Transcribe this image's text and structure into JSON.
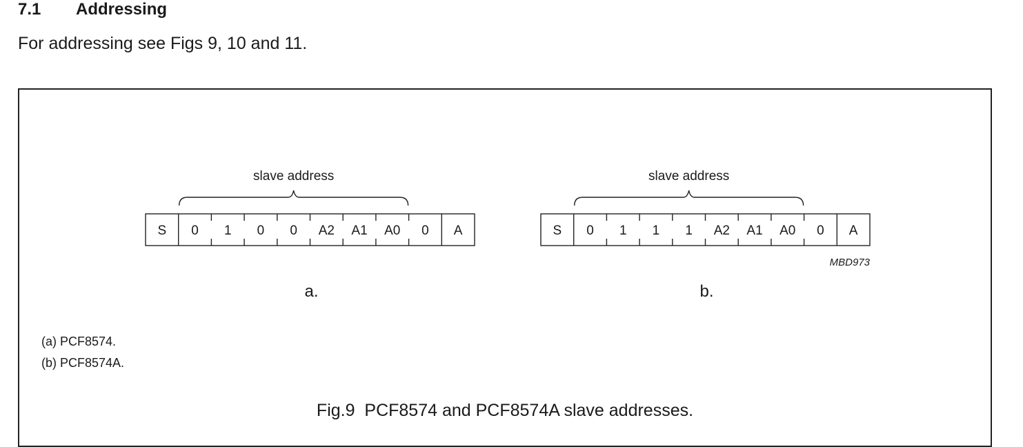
{
  "section": {
    "number": "7.1",
    "title": "Addressing"
  },
  "intro_text": "For addressing see Figs 9, 10 and 11.",
  "figure": {
    "diagrams": [
      {
        "label": "a.",
        "brace_label": "slave address",
        "cells": [
          "S",
          "0",
          "1",
          "0",
          "0",
          "A2",
          "A1",
          "A0",
          "0",
          "A"
        ]
      },
      {
        "label": "b.",
        "brace_label": "slave address",
        "cells": [
          "S",
          "0",
          "1",
          "1",
          "1",
          "A2",
          "A1",
          "A0",
          "0",
          "A"
        ]
      }
    ],
    "drawing_code": "MBD973",
    "notes": [
      "(a) PCF8574.",
      "(b) PCF8574A."
    ],
    "caption": "Fig.9  PCF8574 and PCF8574A slave addresses."
  }
}
